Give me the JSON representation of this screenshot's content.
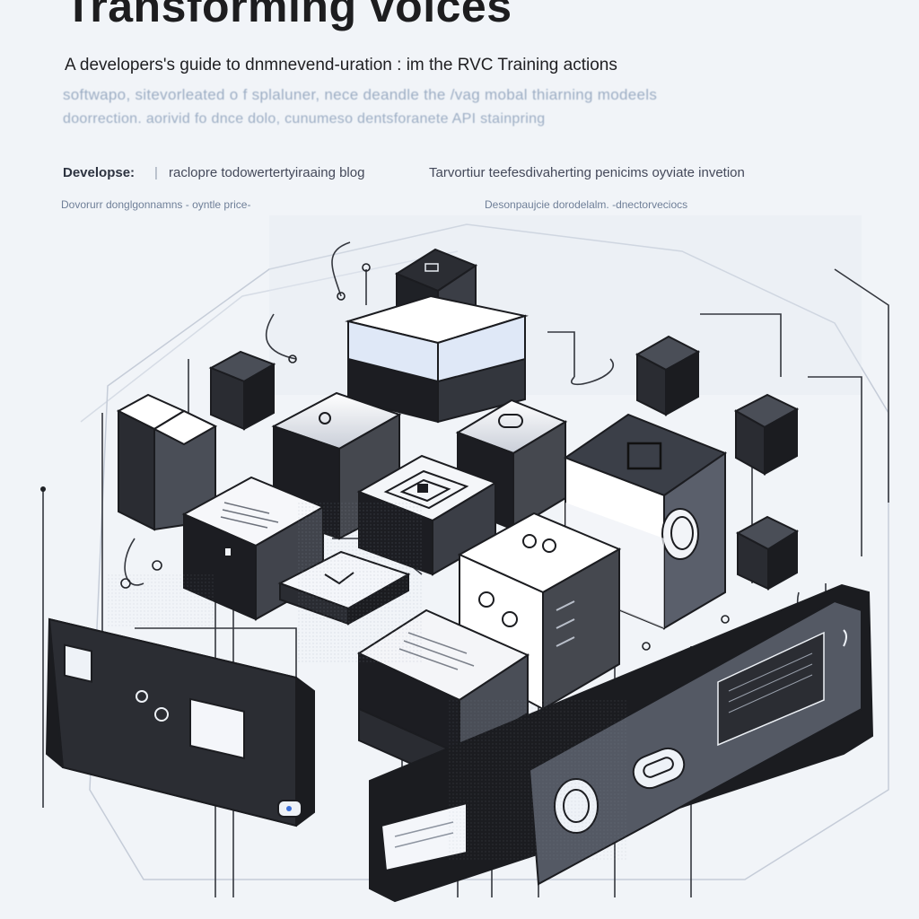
{
  "header": {
    "title": "Transforming voices",
    "subtitle": "A developers's guide to dnmnevend-uration  :  im the RVC Training actions",
    "blurred_line_1": "softwapo, sitevorleated o f splaluner, nece  deandle the /vag mobal thiarning modeels",
    "blurred_line_2": "doorrection. aorivid  fo dnce dolo, cunumeso dentsforanete  API  stainpring"
  },
  "developer_row": {
    "label": "Developse:",
    "separator": "|",
    "item_1": "raclopre todowertertyiraaing blog",
    "item_2": "Tarvortiur teefesdivaherting penicims oyviate invetion"
  },
  "mini_row": {
    "left": "Dovorurr donglgonnamns - oyntle price-",
    "right": "Desonpaujcie dorodelalm.   -dnectorveciocs"
  },
  "colors": {
    "background": "#f1f4f8",
    "ink": "#1b1c20",
    "slate": "#5d6370",
    "accent_blue": "#dde8f7",
    "line": "#3a3d44"
  },
  "illustration": {
    "description_icon": "isometric-server-blocks-icon"
  }
}
